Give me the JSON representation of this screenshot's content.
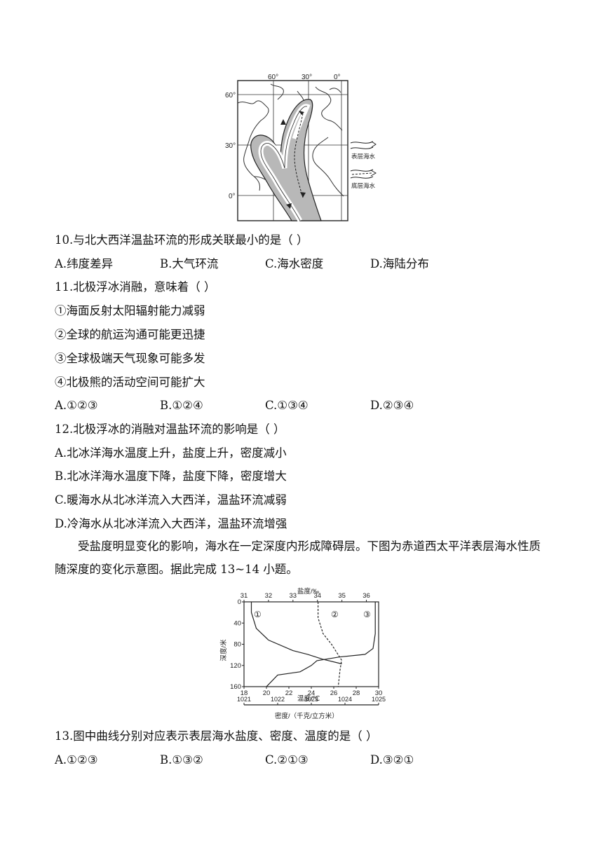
{
  "map_figure": {
    "lat_labels": [
      "60°",
      "30°",
      "0°"
    ],
    "lon_labels": [
      "60°",
      "30°",
      "0°"
    ],
    "legend": [
      "表层海水",
      "底层海水"
    ]
  },
  "q10": {
    "stem": "10.与北大西洋温盐环流的形成关联最小的是（    ）",
    "options": [
      "A.纬度差异",
      "B.大气环流",
      "C.海水密度",
      "D.海陆分布"
    ]
  },
  "q11": {
    "stem": "11.北极浮冰消融，意味着（    ）",
    "statements": [
      "①海面反射太阳辐射能力减弱",
      "②全球的航运沟通可能更迅捷",
      "③全球极端天气现象可能多发",
      "④北极熊的活动空间可能扩大"
    ],
    "options": [
      "A.①②③",
      "B.①②④",
      "C.①③④",
      "D.②③④"
    ]
  },
  "q12": {
    "stem": "12.北极浮冰的消融对温盐环流的影响是（    ）",
    "options": [
      "A.北冰洋海水温度上升，盐度上升，密度减小",
      "B.北冰洋海水温度下降，盐度下降，密度增大",
      "C.暖海水从北冰洋流入大西洋，温盐环流减弱",
      "D.冷海水从北冰洋流入大西洋，温盐环流增强"
    ]
  },
  "passage": "受盐度明显变化的影响，海水在一定深度内形成障碍层。下图为赤道西太平洋表层海水性质随深度的变化示意图。据此完成 13~14 小题。",
  "chart_data": {
    "type": "line",
    "salinity_axis": {
      "label": "盐度/‰",
      "ticks": [
        "31",
        "32",
        "33",
        "34",
        "35",
        "36"
      ],
      "range": [
        31,
        36.5
      ]
    },
    "depth_axis": {
      "label": "深度/米",
      "ticks": [
        "0",
        "40",
        "80",
        "120",
        "160"
      ],
      "range": [
        0,
        160
      ]
    },
    "temperature_axis": {
      "label": "温度/℃",
      "ticks": [
        "18",
        "20",
        "22",
        "24",
        "26",
        "28",
        "30"
      ],
      "range": [
        18,
        30
      ]
    },
    "density_axis": {
      "label": "密度/（千克/立方米）",
      "ticks": [
        "1021",
        "1022",
        "1023",
        "1024",
        "1025"
      ],
      "range": [
        1021,
        1025
      ]
    },
    "curve_labels": [
      "①",
      "②",
      "③"
    ],
    "series": [
      {
        "label": "①",
        "x_axis": "salinity",
        "points": [
          [
            31.3,
            0
          ],
          [
            31.3,
            20
          ],
          [
            31.5,
            50
          ],
          [
            32.0,
            72
          ],
          [
            33.0,
            92
          ],
          [
            33.6,
            99
          ],
          [
            34.2,
            108
          ],
          [
            35.0,
            117
          ]
        ]
      },
      {
        "label": "②",
        "x_axis": "density",
        "points": [
          [
            1023.2,
            0
          ],
          [
            1023.2,
            30
          ],
          [
            1023.35,
            60
          ],
          [
            1023.6,
            80
          ],
          [
            1023.8,
            100
          ],
          [
            1023.9,
            110
          ],
          [
            1023.85,
            130
          ],
          [
            1023.8,
            160
          ]
        ]
      },
      {
        "label": "③",
        "x_axis": "temperature",
        "points": [
          [
            29.7,
            0
          ],
          [
            29.7,
            20
          ],
          [
            29.7,
            60
          ],
          [
            29.5,
            88
          ],
          [
            28.8,
            99
          ],
          [
            26.5,
            104
          ],
          [
            24.5,
            111
          ],
          [
            24.0,
            120
          ],
          [
            23.0,
            132
          ],
          [
            21.0,
            138
          ],
          [
            20.0,
            160
          ]
        ]
      }
    ]
  },
  "q13": {
    "stem": "13.图中曲线分别对应表示表层海水盐度、密度、温度的是（    ）",
    "options": [
      "A.①②③",
      "B.①③②",
      "C.②①③",
      "D.③②①"
    ]
  }
}
